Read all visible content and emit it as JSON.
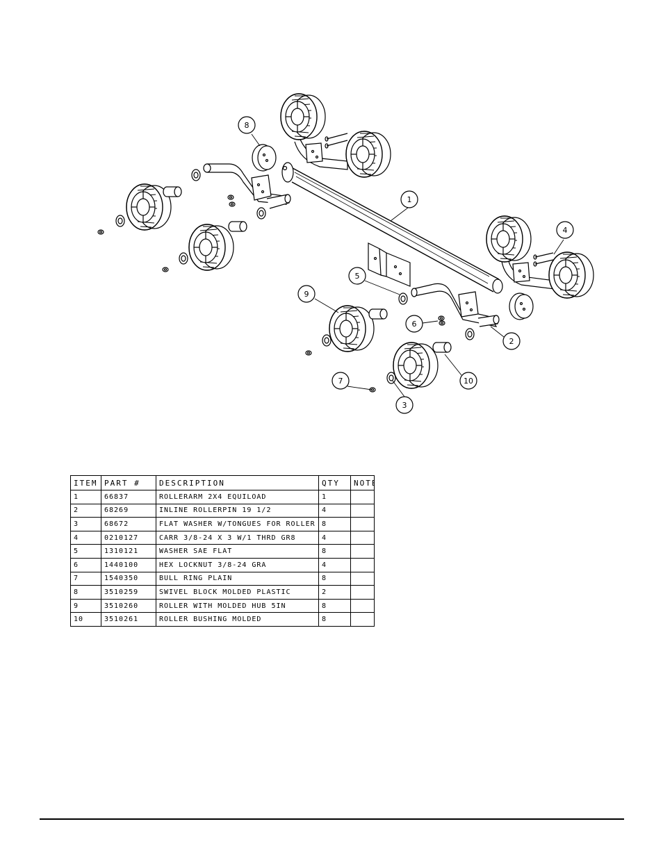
{
  "callouts": [
    "1",
    "2",
    "3",
    "4",
    "5",
    "6",
    "7",
    "8",
    "9",
    "10"
  ],
  "table": {
    "headers": [
      "ITEM",
      "PART #",
      "DESCRIPTION",
      "QTY",
      "NOTE"
    ],
    "rows": [
      [
        "1",
        "66837",
        "ROLLERARM  2X4 EQUILOAD",
        "1",
        ""
      ],
      [
        "2",
        "68269",
        "INLINE ROLLERPIN 19 1/2",
        "4",
        ""
      ],
      [
        "3",
        "68672",
        "FLAT WASHER W/TONGUES FOR ROLLER",
        "8",
        ""
      ],
      [
        "4",
        "0210127",
        "CARR 3/8-24 X 3 W/1 THRD GR8",
        "4",
        ""
      ],
      [
        "5",
        "1310121",
        "WASHER SAE FLAT",
        "8",
        ""
      ],
      [
        "6",
        "1440100",
        "HEX LOCKNUT 3/8-24 GRA",
        "4",
        ""
      ],
      [
        "7",
        "1540350",
        "BULL RING PLAIN",
        "8",
        ""
      ],
      [
        "8",
        "3510259",
        "SWIVEL BLOCK MOLDED PLASTIC",
        "2",
        ""
      ],
      [
        "9",
        "3510260",
        "ROLLER WITH MOLDED HUB  5IN",
        "8",
        ""
      ],
      [
        "10",
        "3510261",
        "ROLLER BUSHING MOLDED",
        "8",
        ""
      ]
    ]
  }
}
